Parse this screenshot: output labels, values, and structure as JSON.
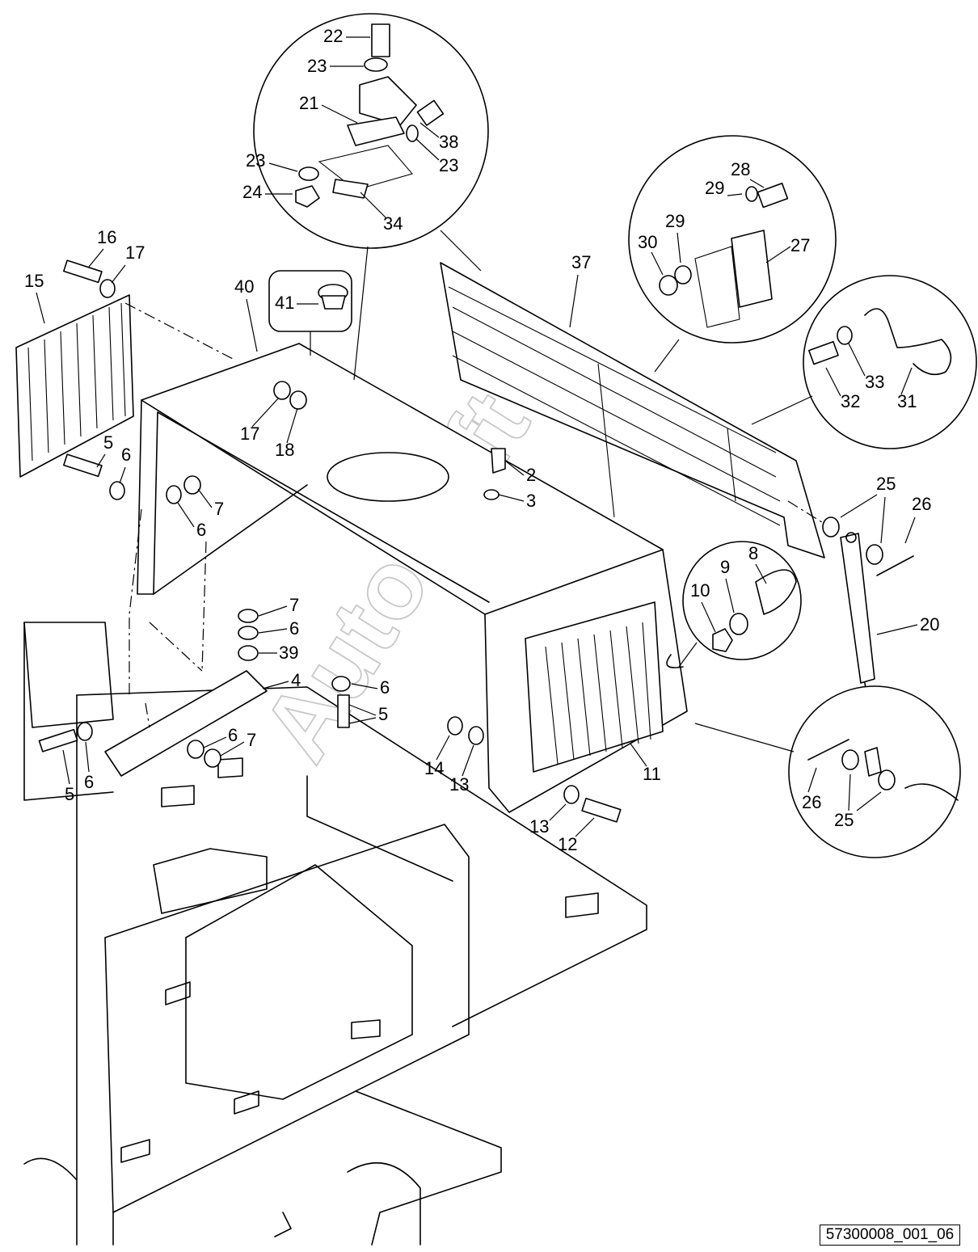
{
  "diagram": {
    "drawing_code": "57300008_001_06",
    "watermark": "AutoSoft",
    "part_numbers": [
      "2",
      "3",
      "4",
      "5",
      "6",
      "7",
      "8",
      "9",
      "10",
      "11",
      "12",
      "13",
      "14",
      "15",
      "16",
      "17",
      "18",
      "20",
      "21",
      "22",
      "23",
      "24",
      "25",
      "26",
      "27",
      "28",
      "29",
      "30",
      "31",
      "32",
      "33",
      "34",
      "37",
      "38",
      "39",
      "40",
      "41"
    ]
  }
}
